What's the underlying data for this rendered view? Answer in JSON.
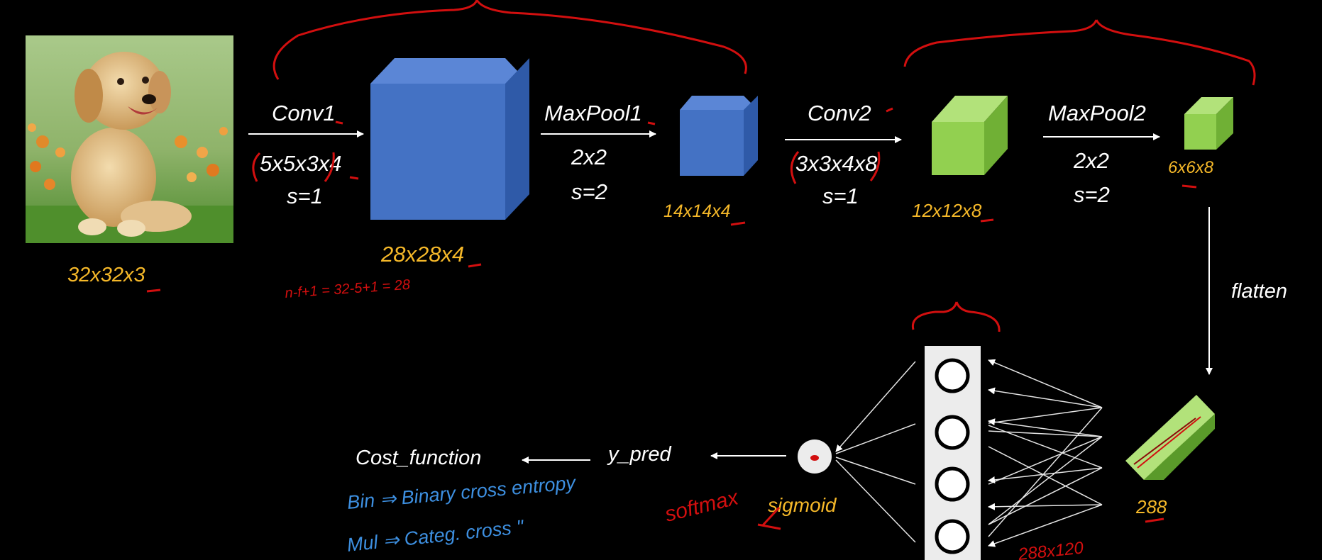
{
  "input": {
    "dims": "32x32x3"
  },
  "stages": [
    {
      "op": "Conv1",
      "params": [
        "5x5x3x4",
        "s=1"
      ],
      "output": "28x28x4"
    },
    {
      "op": "MaxPool1",
      "params": [
        "2x2",
        "s=2"
      ],
      "output": "14x14x4"
    },
    {
      "op": "Conv2",
      "params": [
        "3x3x4x8",
        "s=1"
      ],
      "output": "12x12x8"
    },
    {
      "op": "MaxPool2",
      "params": [
        "2x2",
        "s=2"
      ],
      "output": "6x6x8"
    }
  ],
  "flatten": {
    "label": "flatten",
    "output": "288"
  },
  "output_layer": {
    "activation": "sigmoid",
    "prediction": "y_pred",
    "loss": "Cost_function"
  },
  "handwritten_notes": {
    "formula": "n-f+1 = 32-5+1 = 28",
    "softmax": "softmax",
    "binary": "Bin ⇒ Binary cross entropy",
    "multi": "Mul ⇒ Categ. cross \"",
    "dense_weights": "288x120"
  },
  "colors": {
    "text": "#ffffff",
    "dims": "#f5b829",
    "blue_face": "#4472c4",
    "blue_top": "#5b86d6",
    "blue_side": "#2f5aa8",
    "green_face": "#92d050",
    "green_top": "#b2e27a",
    "green_side": "#70b035",
    "ink_red": "#d20f0f",
    "ink_blue": "#3d8fe0"
  }
}
